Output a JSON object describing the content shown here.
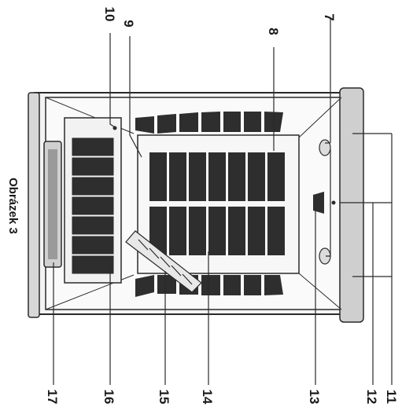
{
  "caption": "Obrázek 3",
  "callouts": [
    {
      "id": "7",
      "text": "7"
    },
    {
      "id": "8",
      "text": "8"
    },
    {
      "id": "9",
      "text": "9"
    },
    {
      "id": "10",
      "text": "10"
    },
    {
      "id": "11",
      "text": "11"
    },
    {
      "id": "12",
      "text": "12"
    },
    {
      "id": "13",
      "text": "13"
    },
    {
      "id": "14",
      "text": "14"
    },
    {
      "id": "15",
      "text": "15"
    },
    {
      "id": "16",
      "text": "16"
    },
    {
      "id": "17",
      "text": "17"
    }
  ],
  "colors": {
    "outline": "#2a2a2a",
    "panel_dark": "#2e2e2e",
    "body_fill": "#f4f4f4",
    "shade": "#bdbdbd"
  }
}
